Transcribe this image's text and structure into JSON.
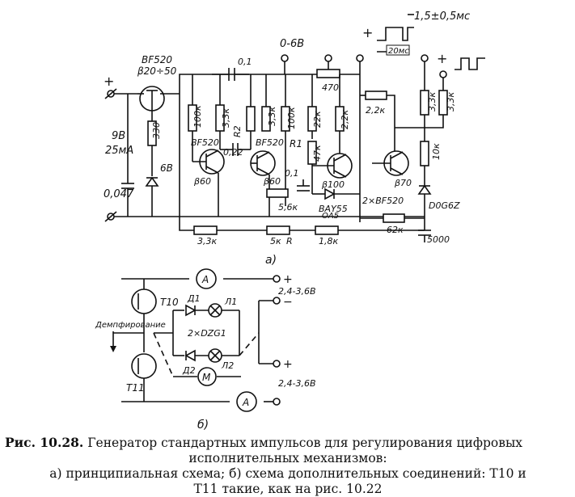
{
  "circuit_a": {
    "supply_voltage": "9В",
    "supply_current": "25мА",
    "cap_input": "0,047",
    "transistor_reg": "BF520",
    "transistor_reg_beta": "β20÷50",
    "res_330": "330",
    "zener_6v": "6В",
    "output_0_6v": "0-6В",
    "pot_470": "470",
    "pulse_width": "1,5±0,5мс",
    "pulse_period": "20мс",
    "cap_01_top": "0,1",
    "res_100k_1": "100к",
    "res_33k_1": "3,3к",
    "res_r2": "R2",
    "res_33k_2": "3,3к",
    "res_100k_2": "100к",
    "res_22k": "22к",
    "res_22k_b": "2,2к",
    "res_22k_c": "2,2к",
    "res_33k_3": "3,3к",
    "res_33k_4": "3,3к",
    "res_10k": "10к",
    "res_47k": "47к",
    "res_r1": "R1",
    "t1_label": "BF520",
    "t1_beta": "β60",
    "t2_label": "BF520",
    "t2_beta": "β60",
    "cap_022": "0,22",
    "cap_01_mid": "0,1",
    "t3_beta": "β100",
    "t4_beta": "β70",
    "pair_label": "2×BF520",
    "diode_bay": "BAY55",
    "diode_oa5": "OA5",
    "diode_d0g": "D0G6Z",
    "res_56k": "5,6к",
    "res_62k": "62к",
    "res_33k_bottom": "3,3к",
    "pot_5k": "5к",
    "pot_r": "R",
    "res_18k": "1,8к",
    "cap_5000": "5000",
    "sub_label": "а)",
    "plus": "+"
  },
  "circuit_b": {
    "t10": "Т10",
    "t11": "Т11",
    "damping": "Демпфирование",
    "d1": "Д1",
    "d2": "Д2",
    "l1": "Л1",
    "l2": "Л2",
    "zener_pair": "2×DZG1",
    "motor": "М",
    "ammeter": "А",
    "voltage_top": "2,4-3,6В",
    "voltage_bottom": "2,4-3,6В",
    "plus": "+",
    "minus": "−",
    "sub_label": "б)"
  },
  "caption": {
    "fig_label": "Рис. 10.28.",
    "line1": "Генератор стандартных импульсов для регулирования цифровых",
    "line2": "исполнительных механизмов:",
    "line3": "а) принципиальная схема; б) схема дополнительных соединений: Т10 и",
    "line4": "Т11 такие, как на рис. 10.22"
  }
}
